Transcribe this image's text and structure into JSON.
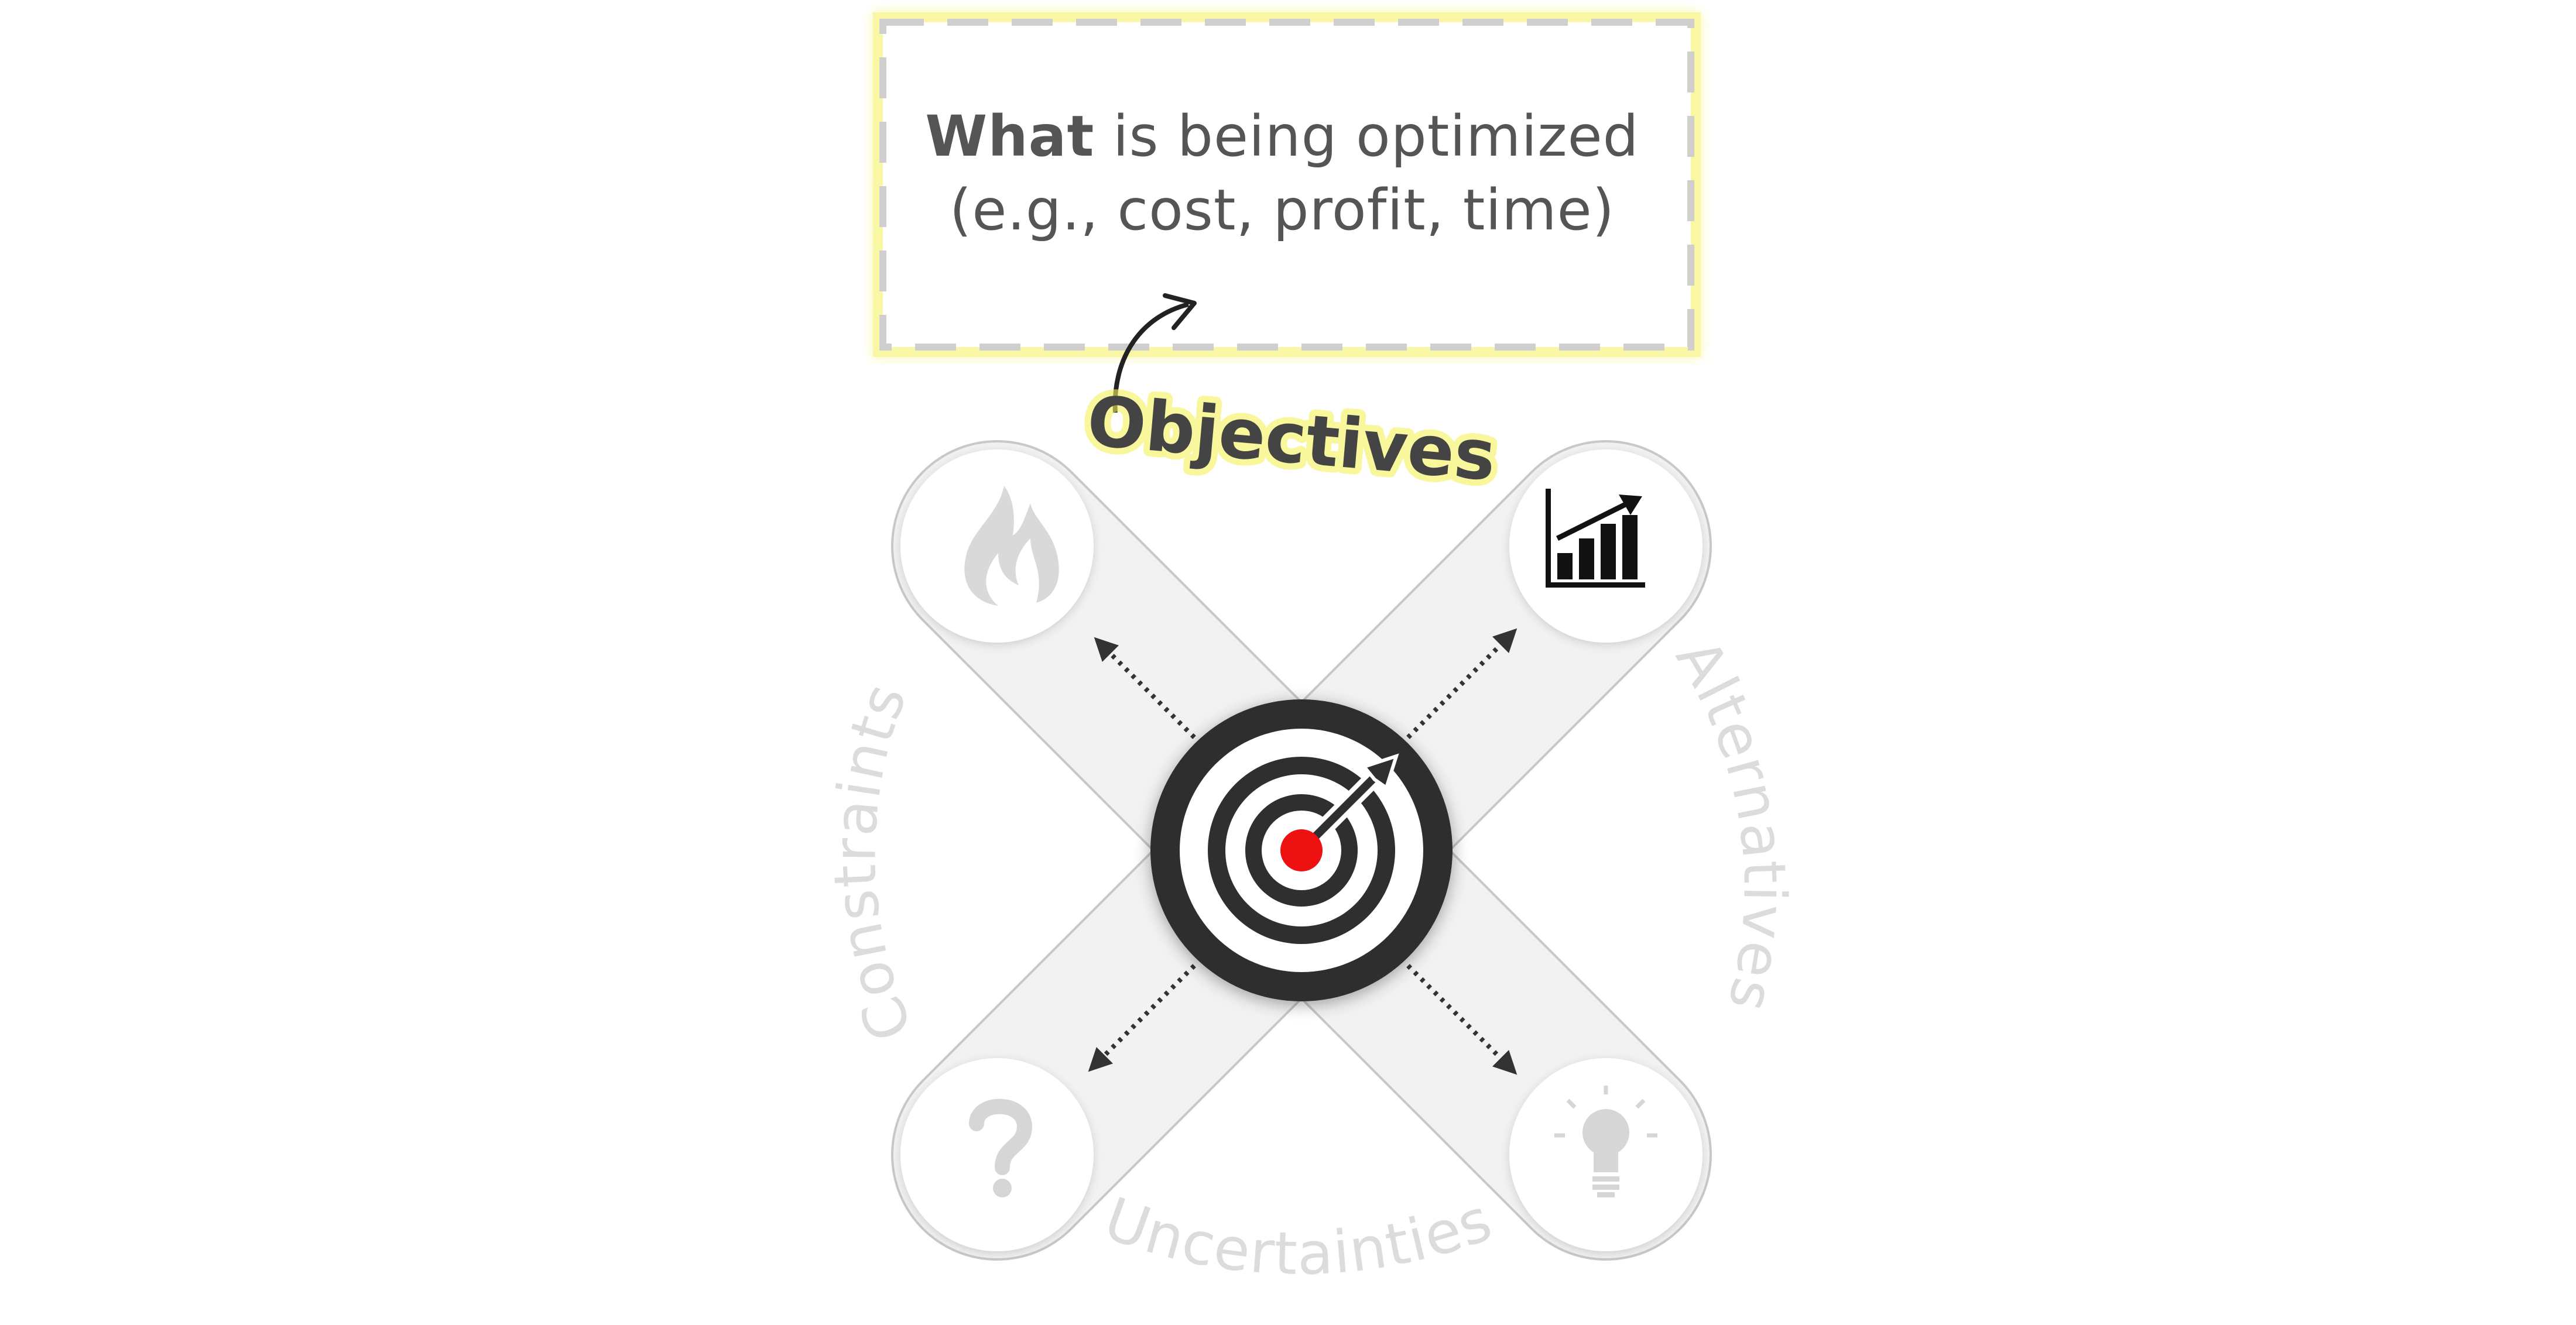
{
  "callout": {
    "emphasis": "What",
    "line1_rest": " is being optimized",
    "line2": "(e.g., cost, profit, time)"
  },
  "labels": {
    "objectives": "Objectives",
    "constraints": "Constraints",
    "alternatives": "Alternatives",
    "uncertainties": "Uncertainties"
  },
  "icons": {
    "top_left": "fire-icon",
    "top_right": "bar-chart-growth-icon",
    "bottom_left": "question-mark-icon",
    "bottom_right": "lightbulb-icon",
    "center": "target-icon"
  },
  "colors": {
    "highlight": "#f5f25a",
    "target_center": "#ee1111",
    "dark": "#2f2f2f",
    "faded": "#d8d8d8"
  }
}
